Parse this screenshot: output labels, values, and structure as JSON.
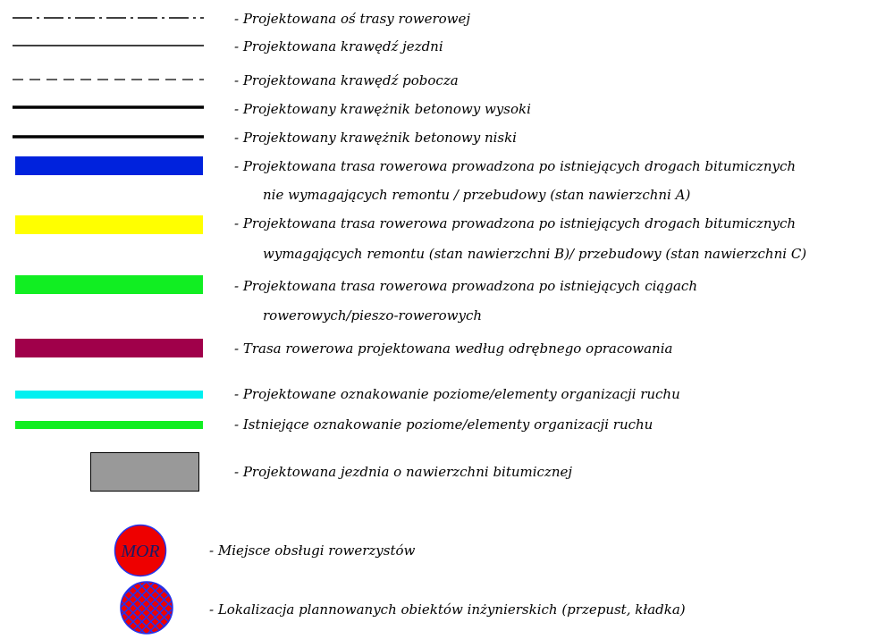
{
  "legend": {
    "title": "",
    "items": [
      {
        "id": "bike-route-axis",
        "symbol": "dash-dot-line",
        "color": "#000000",
        "text": "- Projektowana oś trasy rowerowej"
      },
      {
        "id": "road-edge",
        "symbol": "thin-solid-line",
        "color": "#000000",
        "text": "- Projektowana krawędź jezdni"
      },
      {
        "id": "shoulder-edge",
        "symbol": "dashed-line",
        "color": "#000000",
        "text": "- Projektowana krawędź pobocza"
      },
      {
        "id": "high-curb",
        "symbol": "thick-solid-line",
        "color": "#000000",
        "text": "- Projektowany krawężnik betonowy wysoki"
      },
      {
        "id": "low-curb",
        "symbol": "thick-solid-line",
        "color": "#000000",
        "text": "- Projektowany krawężnik betonowy niski"
      },
      {
        "id": "route-surface-a",
        "symbol": "color-band",
        "color": "#0022dd",
        "text": "- Projektowana trasa rowerowa prowadzona po istniejących drogach bitumicznych",
        "text2": "nie wymagających remontu / przebudowy (stan nawierzchni A)"
      },
      {
        "id": "route-surface-bc",
        "symbol": "color-band",
        "color": "#ffff00",
        "text": "- Projektowana trasa rowerowa prowadzona po istniejących drogach bitumicznych",
        "text2": "wymagających remontu (stan nawierzchni B)/ przebudowy (stan nawierzchni C)"
      },
      {
        "id": "route-existing-paths",
        "symbol": "color-band",
        "color": "#11ee22",
        "text": "- Projektowana trasa rowerowa prowadzona po istniejących ciągach",
        "text2": "rowerowych/pieszo-rowerowych"
      },
      {
        "id": "route-separate-study",
        "symbol": "color-band",
        "color": "#a0004a",
        "text": "- Trasa rowerowa projektowana według odrębnego opracowania"
      },
      {
        "id": "planned-marking",
        "symbol": "thin-color-band",
        "color": "#00f0f0",
        "text": "- Projektowane oznakowanie poziome/elementy organizacji ruchu"
      },
      {
        "id": "existing-marking",
        "symbol": "thin-color-band",
        "color": "#11ee22",
        "text": "- Istniejące oznakowanie poziome/elementy organizacji ruchu"
      },
      {
        "id": "bitumen-roadway",
        "symbol": "grey-box",
        "color": "#999999",
        "text": "- Projektowana jezdnia o nawierzchni bitumicznej"
      },
      {
        "id": "cyclist-service",
        "symbol": "red-circle",
        "color": "#ee0000",
        "label": "MOR",
        "text": "- Miejsce obsługi rowerzystów"
      },
      {
        "id": "engineering-objects",
        "symbol": "hatched-circle",
        "color": "#ee0000",
        "color2": "#2233ee",
        "text": "- Lokalizacja plannowanych obiektów inżynierskich (przepust, kładka)"
      }
    ]
  }
}
